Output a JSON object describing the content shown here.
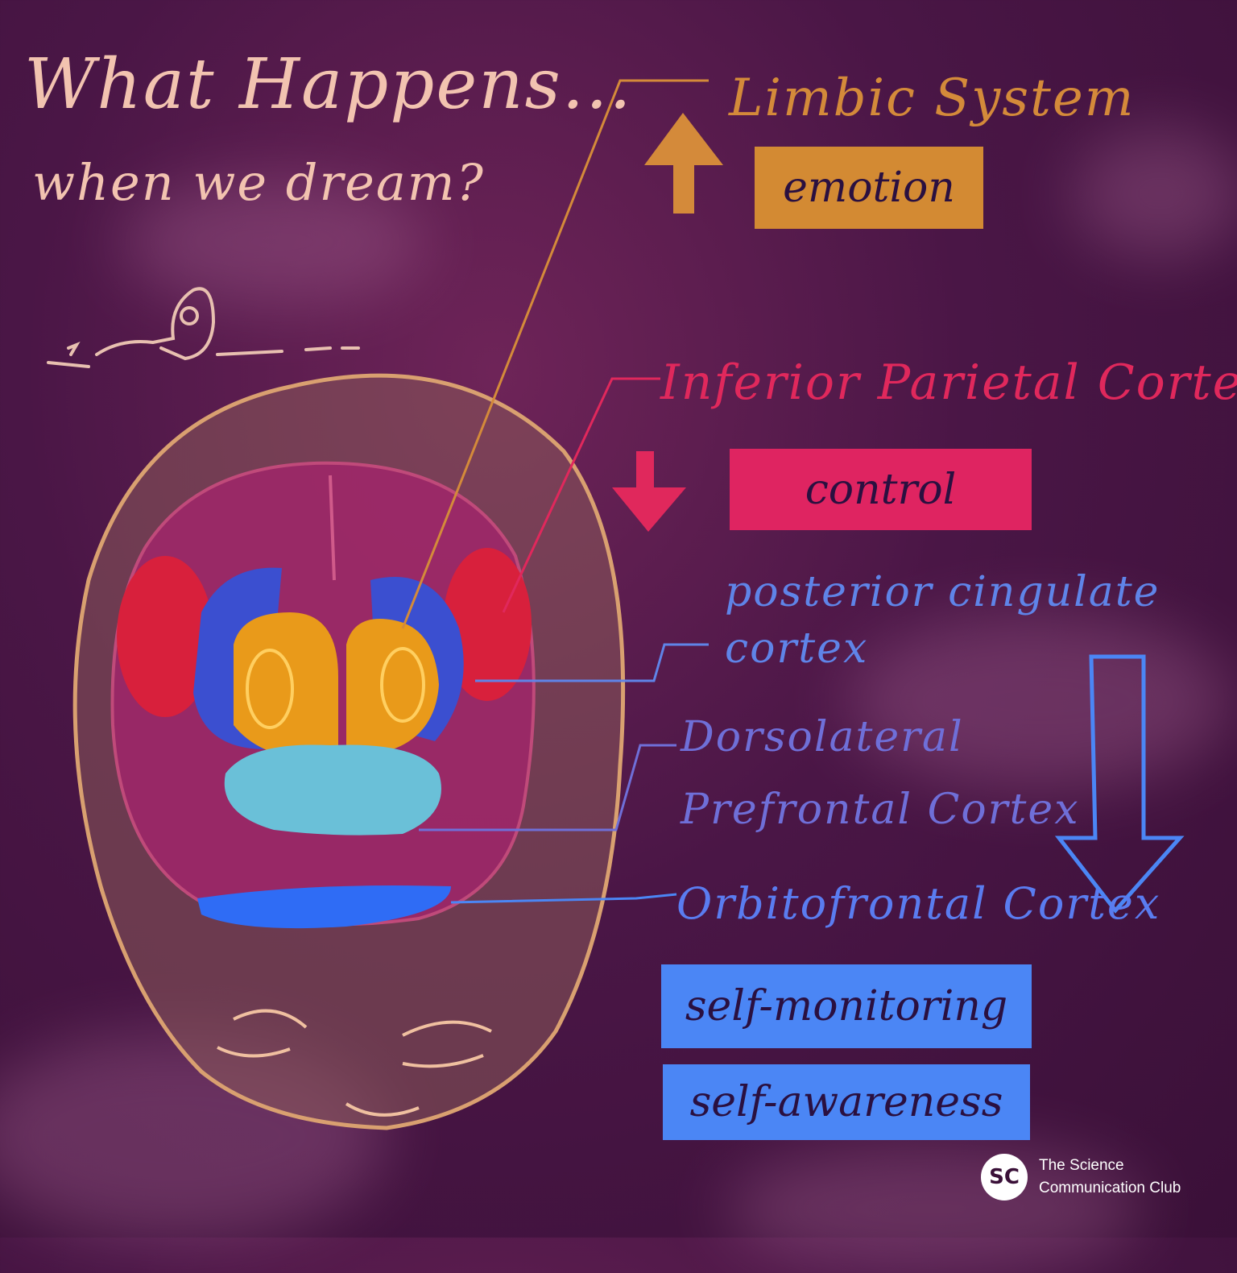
{
  "title": {
    "line1": "What Happens...",
    "line2": "when we dream?"
  },
  "regions": {
    "limbic": {
      "label": "Limbic System",
      "effect": "emotion",
      "color": "#d48a3a"
    },
    "ipc": {
      "label": "Inferior Parietal Cortex",
      "effect": "control",
      "color": "#e0285c"
    },
    "pcc": {
      "label": "posterior cingulate cortex",
      "color": "#5f84e8"
    },
    "dlpfc": {
      "label": "Dorsolateral Prefrontal Cortex",
      "color": "#6f6fd8"
    },
    "ofc": {
      "label": "Orbitofrontal Cortex",
      "effects": [
        "self-monitoring",
        "self-awareness"
      ],
      "color": "#4b86f5"
    }
  },
  "logo": {
    "mark": "SC",
    "line1": "The Science",
    "line2": "Communication Club"
  }
}
